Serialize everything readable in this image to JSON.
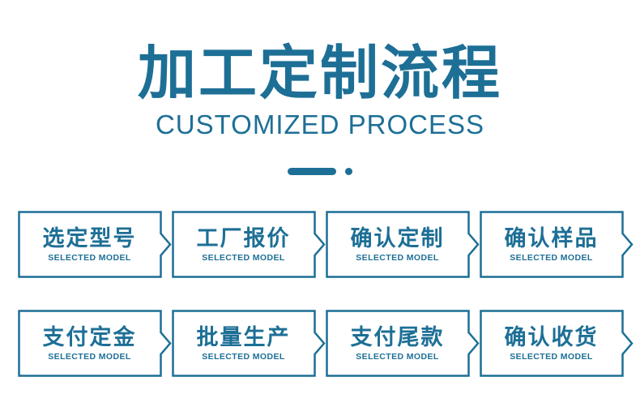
{
  "colors": {
    "primary": "#1d6f96",
    "background": "#ffffff"
  },
  "header": {
    "title": "加工定制流程",
    "subtitle": "CUSTOMIZED PROCESS"
  },
  "rows": [
    {
      "steps": [
        {
          "label": "选定型号",
          "sublabel": "SELECTED MODEL"
        },
        {
          "label": "工厂报价",
          "sublabel": "SELECTED MODEL"
        },
        {
          "label": "确认定制",
          "sublabel": "SELECTED MODEL"
        },
        {
          "label": "确认样品",
          "sublabel": "SELECTED MODEL"
        }
      ]
    },
    {
      "steps": [
        {
          "label": "支付定金",
          "sublabel": "SELECTED MODEL"
        },
        {
          "label": "批量生产",
          "sublabel": "SELECTED MODEL"
        },
        {
          "label": "支付尾款",
          "sublabel": "SELECTED MODEL"
        },
        {
          "label": "确认收货",
          "sublabel": "SELECTED MODEL"
        }
      ]
    }
  ]
}
